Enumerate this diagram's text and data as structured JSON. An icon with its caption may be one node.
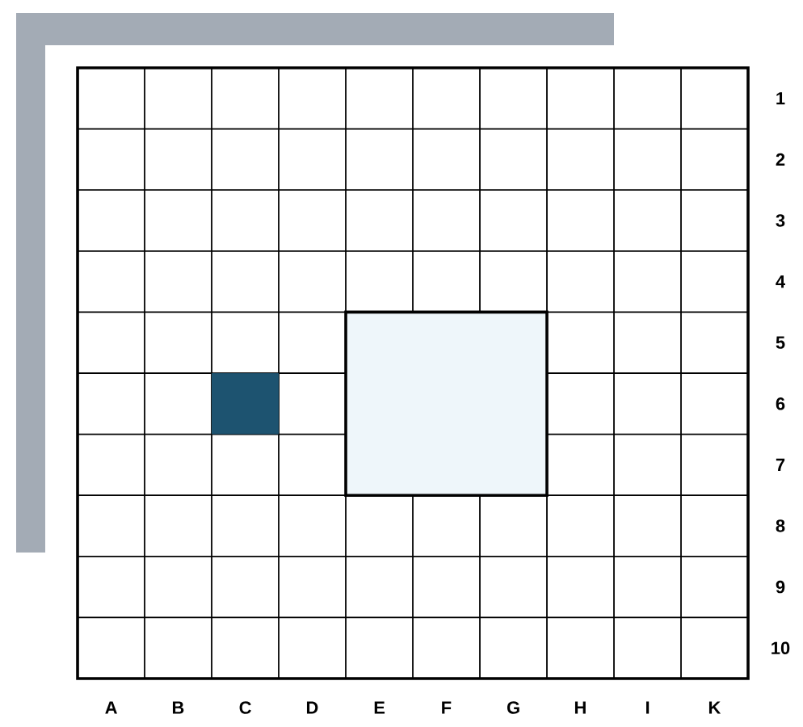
{
  "diagram": {
    "labels": [
      "1",
      "2",
      "3",
      "4",
      "5",
      "6",
      "7",
      "8",
      "9",
      "10",
      "A",
      "B",
      "C",
      "D",
      "E",
      "F",
      "G",
      "H",
      "I",
      "K"
    ]
  }
}
